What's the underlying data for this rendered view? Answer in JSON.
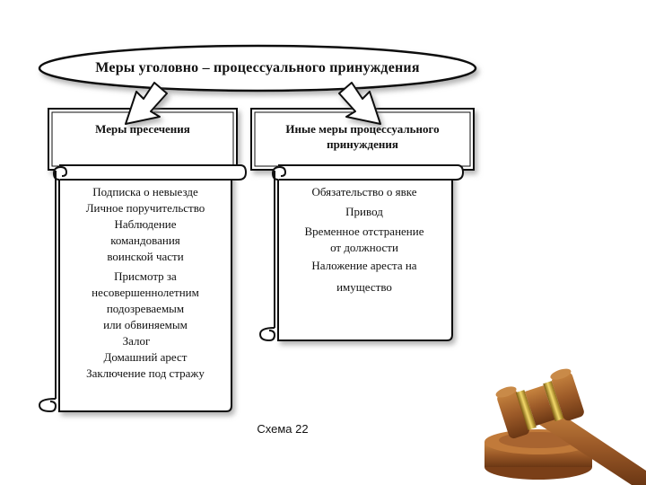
{
  "title": "Меры уголовно – процессуального принуждения",
  "left_header": "Меры пресечения",
  "right_header": "Иные меры процессуального принуждения",
  "left_items": [
    "Подписка о невыезде",
    "Личное поручительство",
    "Наблюдение",
    "командования",
    "воинской части",
    "Присмотр за",
    "несовершеннолетним",
    "подозреваемым",
    "или обвиняемым",
    "Залог",
    "Домашний арест",
    "Заключение под стражу"
  ],
  "right_items": [
    "Обязательство о явке",
    "Привод",
    "Временное отстранение",
    "от должности",
    "Наложение ареста на",
    "имущество"
  ],
  "caption": "Схема 22",
  "colors": {
    "border": "#111111",
    "shadow": "#9a9a9a",
    "gavel_wood": "#a0612e",
    "gavel_gold": "#c9a227"
  },
  "icons": [
    "down-arrow-icon",
    "gavel-icon"
  ]
}
